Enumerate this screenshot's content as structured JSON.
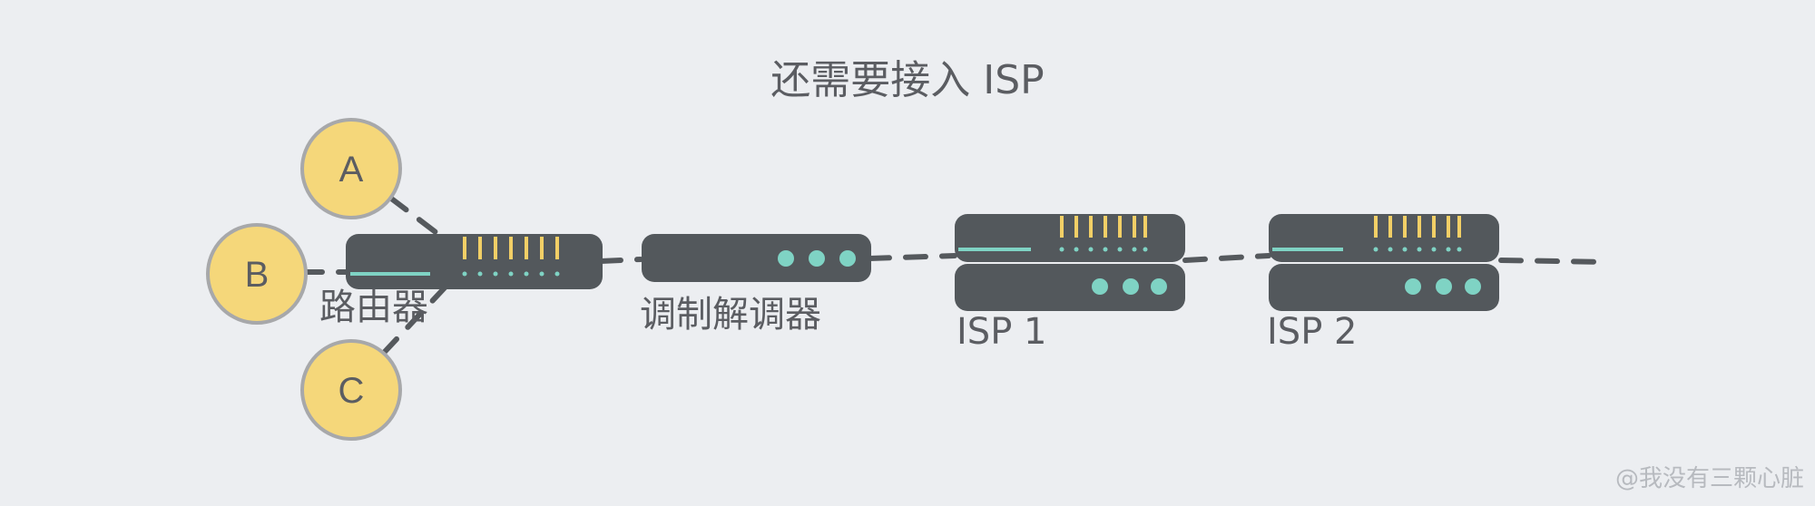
{
  "title": "还需要接入 ISP",
  "clients": [
    {
      "label": "A"
    },
    {
      "label": "B"
    },
    {
      "label": "C"
    }
  ],
  "devices": {
    "router": "路由器",
    "modem": "调制解调器",
    "isp1": "ISP 1",
    "isp2": "ISP 2"
  },
  "watermark": "@我没有三颗心脏",
  "colors": {
    "background": "#eceef1",
    "device_body": "#53585c",
    "client_fill": "#f5d77a",
    "client_stroke": "#a7a8aa",
    "port_yellow": "#f2cf66",
    "indicator_teal": "#7fd3c4",
    "text": "#5b5d62"
  }
}
